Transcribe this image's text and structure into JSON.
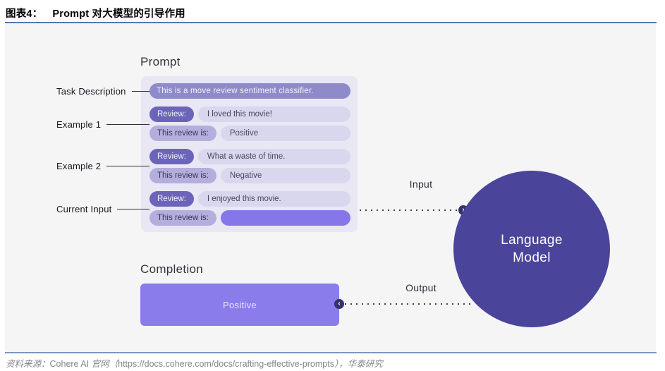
{
  "header": {
    "figure_label": "图表4：",
    "figure_title": "Prompt 对大模型的引导作用"
  },
  "diagram": {
    "prompt_heading": "Prompt",
    "completion_heading": "Completion",
    "input_label": "Input",
    "output_label": "Output",
    "model": {
      "line1": "Language",
      "line2": "Model"
    },
    "completion_value": "Positive",
    "annotations": {
      "task": "Task Description",
      "example1": "Example 1",
      "example2": "Example 2",
      "current": "Current Input"
    },
    "prompt_box": {
      "rows": [
        {
          "type": "task",
          "text": "This is a move review sentiment classifier."
        },
        {
          "type": "review",
          "key": "Review:",
          "value": "I loved this movie!"
        },
        {
          "type": "sentiment",
          "key": "This review is:",
          "value": "Positive"
        },
        {
          "type": "review",
          "key": "Review:",
          "value": "What a waste of time."
        },
        {
          "type": "sentiment",
          "key": "This review is:",
          "value": "Negative"
        },
        {
          "type": "review",
          "key": "Review:",
          "value": "I enjoyed this movie."
        },
        {
          "type": "sentiment",
          "key": "This review is:",
          "value": ""
        }
      ]
    }
  },
  "source": {
    "parts": [
      {
        "text": "资料来源：",
        "lang": "cn"
      },
      {
        "text": "Cohere AI ",
        "lang": "latin"
      },
      {
        "text": "官网",
        "lang": "cn"
      },
      {
        "text": "（",
        "lang": "cn"
      },
      {
        "text": "https://docs.cohere.com/docs/crafting-effective-prompts",
        "lang": "latin"
      },
      {
        "text": "），",
        "lang": "cn"
      },
      {
        "text": "华泰研究",
        "lang": "cn"
      }
    ]
  },
  "colors": {
    "rule_top": "#5577ad",
    "rule_bottom": "#7e96bf",
    "panel_bg": "#f5f5f6",
    "box_bg": "#e9e7f4",
    "pill_task": "#8f8bca",
    "pill_key_dark": "#6b64b8",
    "pill_key_mid": "#b3aedd",
    "pill_value": "#d9d7ee",
    "pill_empty": "#8577e8",
    "model_circle": "#4a449a",
    "completion_bar": "#8b7ceb",
    "arrow_dot": "#35316b"
  }
}
